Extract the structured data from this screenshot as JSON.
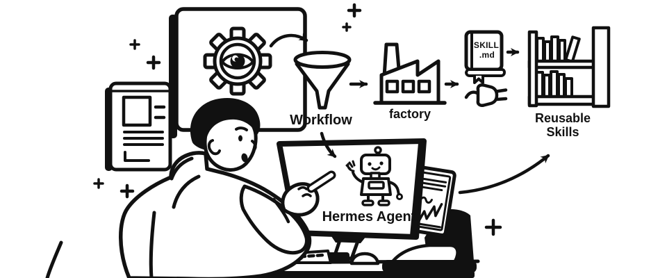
{
  "colors": {
    "ink": "#111111",
    "paper": "#ffffff"
  },
  "labels": {
    "workflow": "Workflow",
    "factory": "factory",
    "skill_book_line1": "SKILL",
    "skill_book_line2": ".md",
    "reusable_line1": "Reusable",
    "reusable_line2": "Skills",
    "hermes_agent": "Hermes Agent"
  },
  "icons": {
    "gear_eye": "gear-with-eye",
    "funnel": "funnel",
    "factory": "factory-building",
    "skill_book": "book",
    "plug": "power-plug",
    "bookshelf": "bookshelf-with-books",
    "robot": "waving-robot",
    "monitor": "desktop-monitor",
    "keyboard": "keyboard",
    "mouse": "mouse",
    "chart_tablet": "tablet-with-line-chart",
    "document_card": "document-card",
    "whiteboard": "whiteboard-panel",
    "person": "person-pointing-at-screen",
    "plus": "plus-sparkle"
  }
}
